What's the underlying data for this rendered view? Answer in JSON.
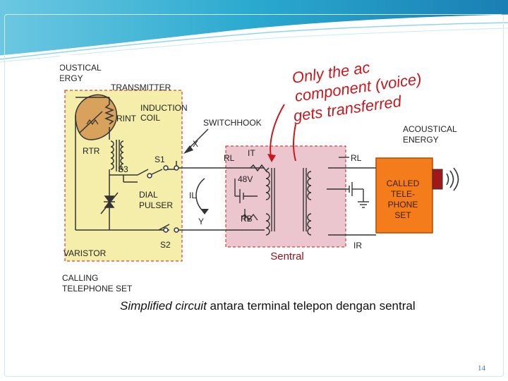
{
  "colors": {
    "accent": "#2aa9cf",
    "yellow_box": "#f5eeab",
    "pink_box": "#ecc6cf",
    "called_set": "#f57c1a",
    "annotation_red": "#c8181e",
    "sentral_text": "#9b1320"
  },
  "diagram": {
    "labels": {
      "acoustical_energy_left": [
        "ACOUSTICAL",
        "ENERGY"
      ],
      "transmitter": "TRANSMITTER",
      "r_int": "RINT",
      "induction_coil": [
        "INDUCTION",
        "COIL"
      ],
      "r_tr": "RTR",
      "switchhook": "SWITCHHOOK",
      "x": "X",
      "y": "Y",
      "s1": "S1",
      "s2": "S2",
      "s3": "S3",
      "dial_pulser": [
        "DIAL",
        "PULSER"
      ],
      "varistor": "VARISTOR",
      "calling_set": [
        "CALLING",
        "TELEPHONE SET"
      ],
      "il": "IL",
      "rl_left": "RL",
      "it": "IT",
      "v48": "48V",
      "rb": "RB",
      "rl_right": "RL",
      "ir": "IR",
      "acoustical_energy_right": [
        "ACOUSTICAL",
        "ENERGY"
      ],
      "called_set": [
        "CALLED",
        "TELE-",
        "PHONE",
        "SET"
      ],
      "sentral": "Sentral"
    },
    "annotation": [
      "Only the ac",
      "component (voice)",
      "gets transferred"
    ]
  },
  "caption": {
    "italic": "Simplified circuit",
    "rest": " antara terminal telepon dengan sentral"
  },
  "page_number": "14"
}
